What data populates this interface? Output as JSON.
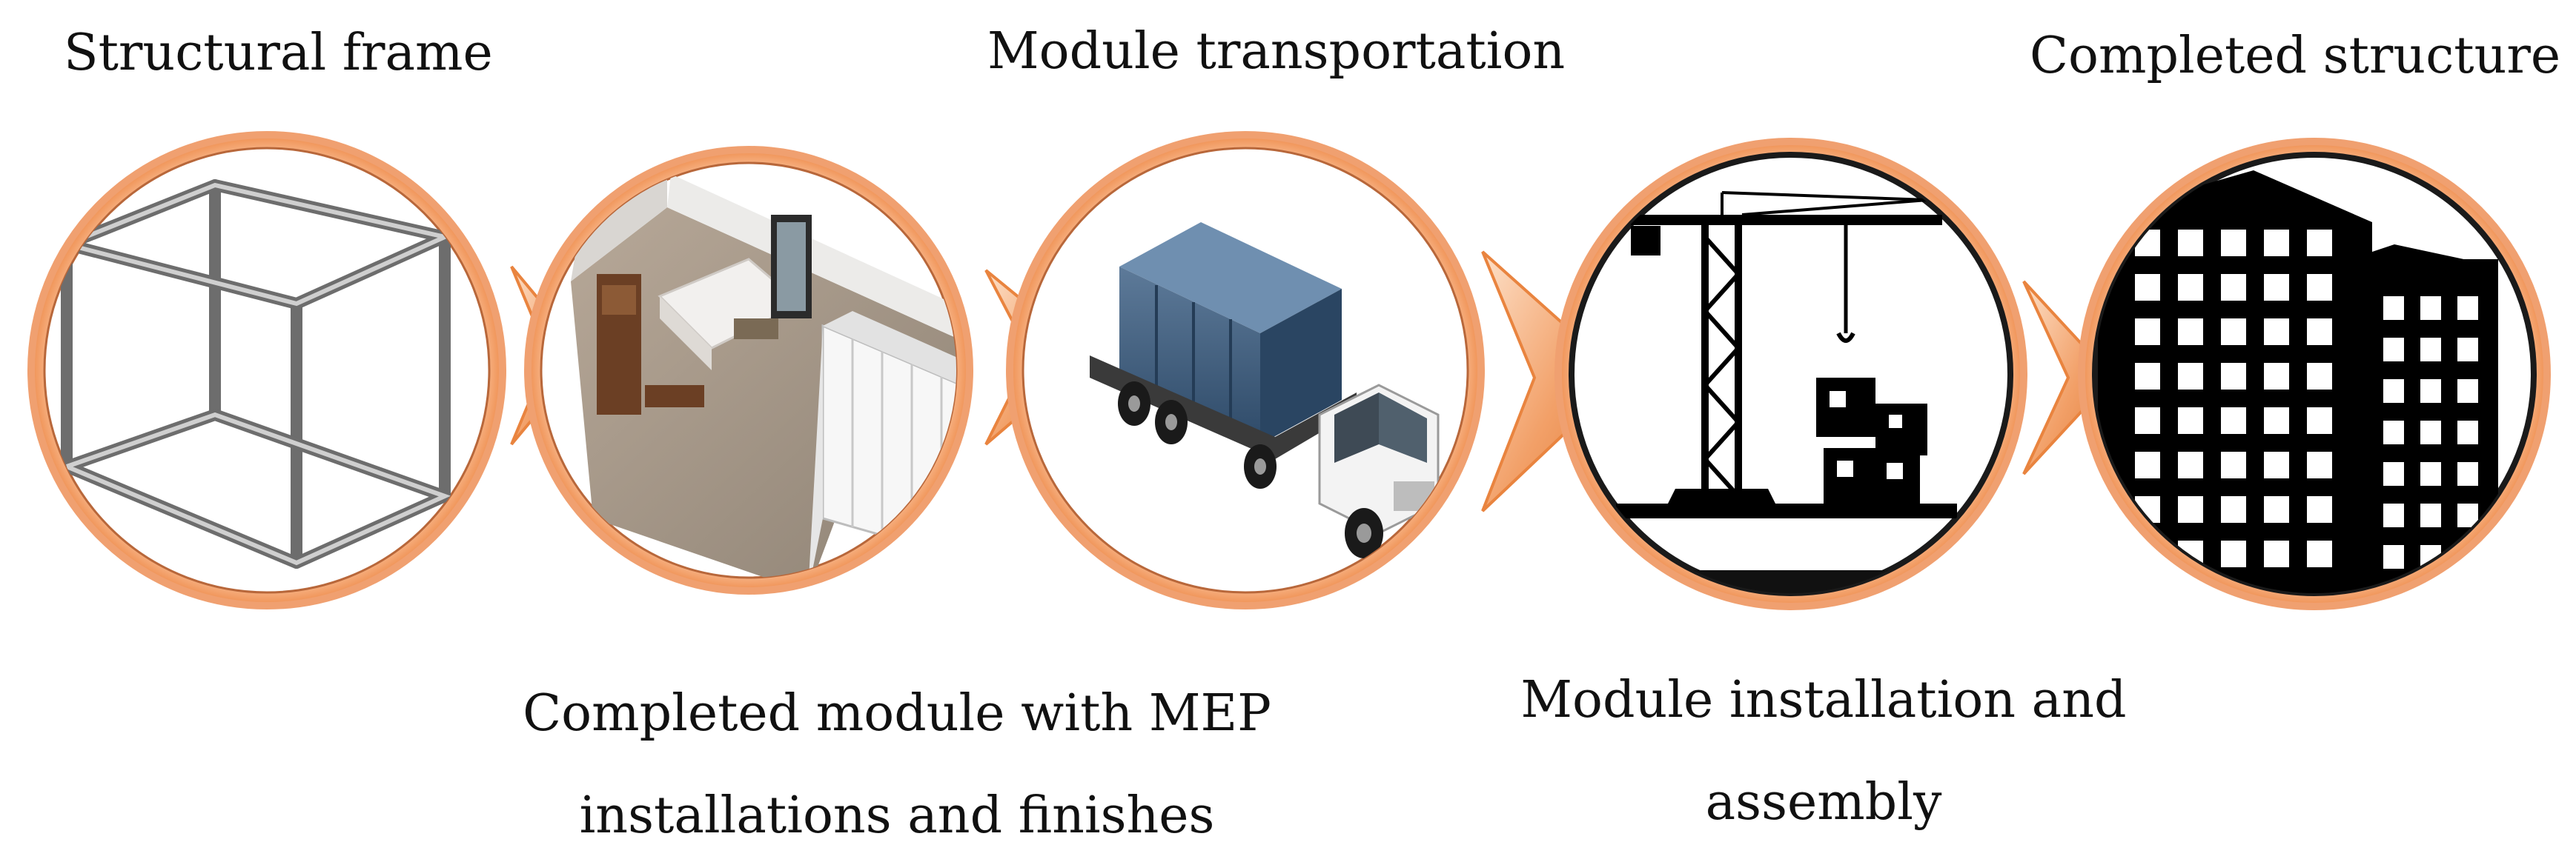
{
  "stages": [
    {
      "id": "structural-frame",
      "label": "Structural frame",
      "icon": "steel-frame-icon"
    },
    {
      "id": "completed-module",
      "label": "Completed module with MEP installations and finishes",
      "label_lines": [
        "Completed module with MEP",
        "installations and finishes"
      ],
      "icon": "furnished-room-module-icon"
    },
    {
      "id": "module-transportation",
      "label": "Module transportation",
      "icon": "truck-with-module-icon"
    },
    {
      "id": "module-installation",
      "label": "Module installation and assembly",
      "label_lines": [
        "Module installation and",
        "assembly"
      ],
      "icon": "tower-crane-icon"
    },
    {
      "id": "completed-structure",
      "label": "Completed structure",
      "icon": "buildings-icon"
    }
  ],
  "colors": {
    "ring": "#f4a070",
    "ring_light": "#fde2cf",
    "arrow_dark": "#e9843f",
    "arrow_light": "#fde0c8",
    "silhouette": "#000000",
    "module_blue": "#3c5a7c"
  }
}
